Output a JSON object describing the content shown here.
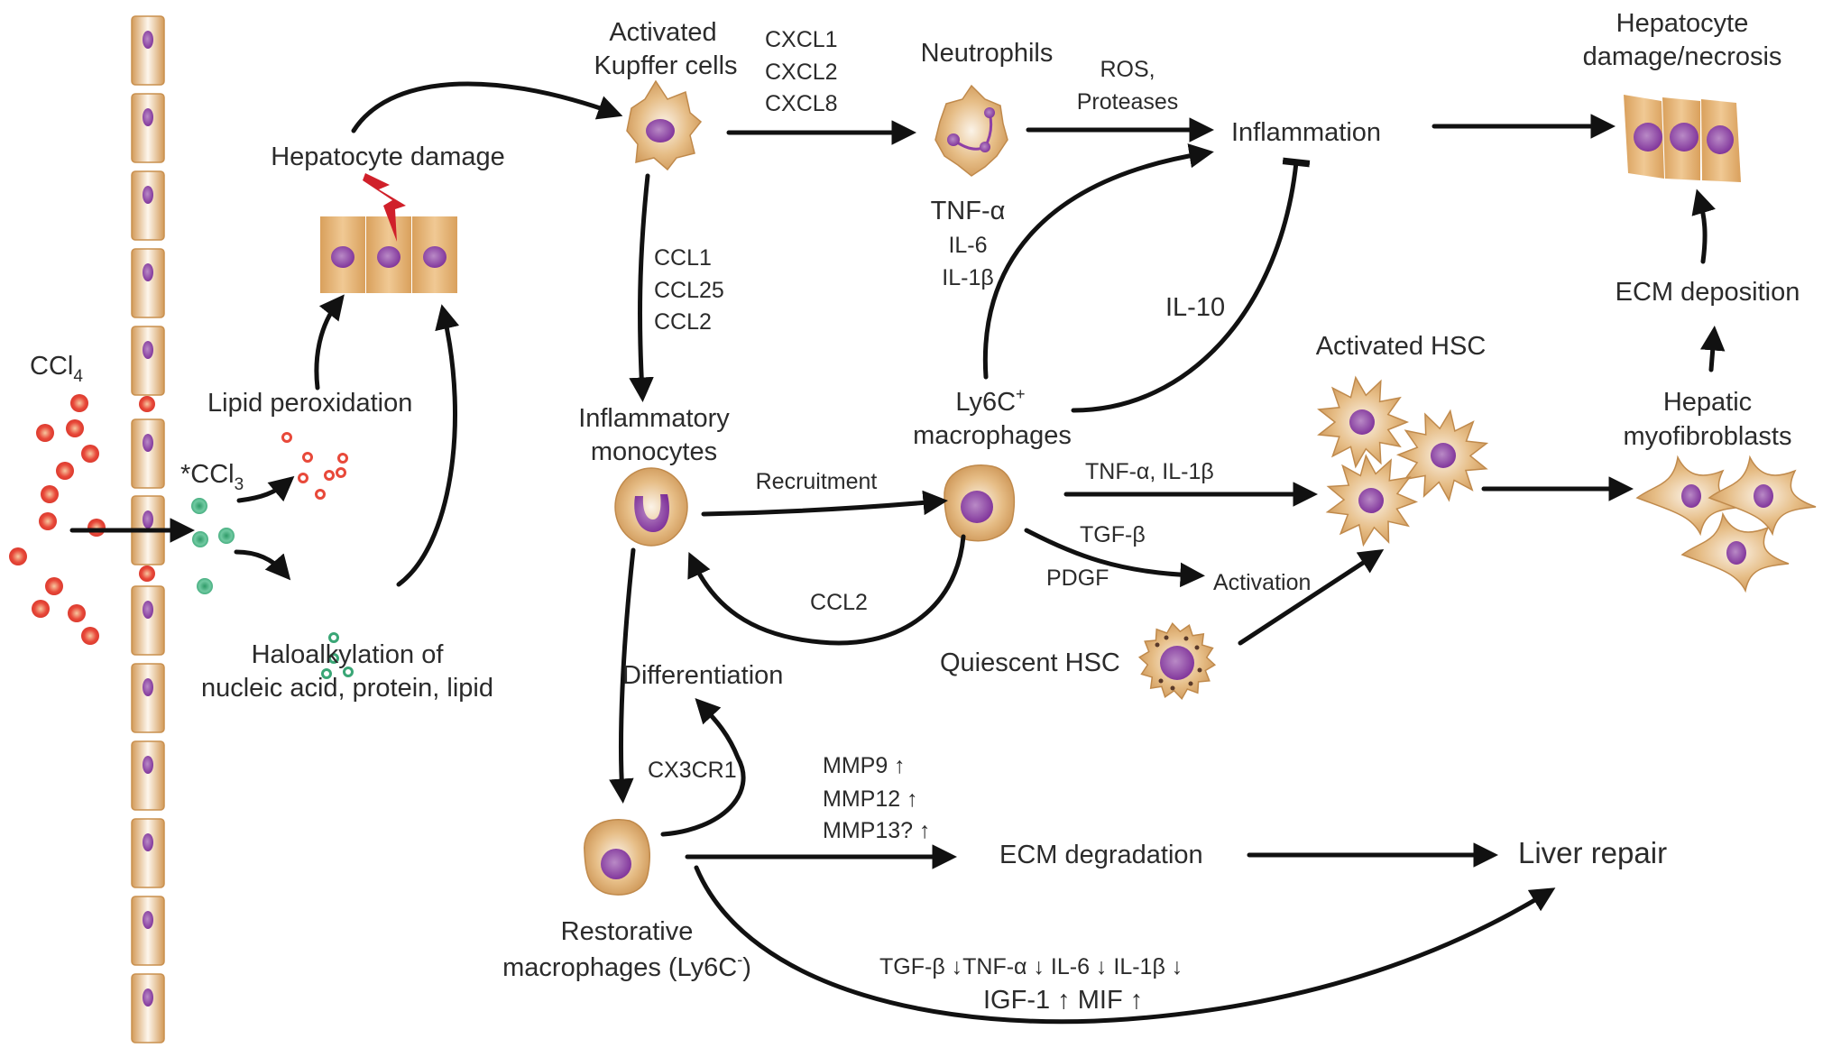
{
  "diagram": {
    "topic": "CCl4-induced liver injury, inflammation, fibrosis and repair",
    "colors": {
      "cell_body": "#d9a466",
      "nucleus": "#8e3fa6",
      "ccl4_particle": "#e8493a",
      "ccl3_radical": "#3aa676",
      "lightning": "#d0202a",
      "arrow": "#111111",
      "text": "#2b2b2b"
    },
    "nodes": {
      "ccl4": {
        "label": "CCl",
        "sub": "4"
      },
      "ccl3": {
        "prefix": "*CCl",
        "sub": "3"
      },
      "lipid_peroxidation": "Lipid peroxidation",
      "haloalkylation": [
        "Haloalkylation of",
        "nucleic acid, protein, lipid"
      ],
      "hepatocyte_damage": "Hepatocyte damage",
      "kupffer": [
        "Activated",
        "Kupffer cells"
      ],
      "neutrophils": "Neutrophils",
      "inflammation": "Inflammation",
      "necrosis": [
        "Hepatocyte",
        "damage/necrosis"
      ],
      "ecm_deposition": "ECM deposition",
      "activated_hsc": "Activated HSC",
      "myofibroblasts": [
        "Hepatic",
        "myofibroblasts"
      ],
      "ly6c_macrophages": {
        "line1": "Ly6C",
        "sup": "+",
        "line2": "macrophages"
      },
      "inflammatory_monocytes": [
        "Inflammatory",
        "monocytes"
      ],
      "quiescent_hsc": "Quiescent HSC",
      "differentiation": "Differentiation",
      "restorative": {
        "line1": "Restorative",
        "line2": "macrophages (Ly6C",
        "sup": "-",
        "close": ")"
      },
      "ecm_degradation": "ECM degradation",
      "liver_repair": "Liver repair"
    },
    "edge_labels": {
      "cxcl": [
        "CXCL1",
        "CXCL2",
        "CXCL8"
      ],
      "ros": [
        "ROS,",
        "Proteases"
      ],
      "neutrophil_cytokines": [
        "TNF-α",
        "IL-6",
        "IL-1β"
      ],
      "ccl": [
        "CCL1",
        "CCL25",
        "CCL2"
      ],
      "il10": "IL-10",
      "recruitment": "Recruitment",
      "tnf_il1b": "TNF-α, IL-1β",
      "tgfb": "TGF-β",
      "pdgf": "PDGF",
      "activation": "Activation",
      "ccl2": "CCL2",
      "cx3cr1": "CX3CR1",
      "mmps": [
        "MMP9 ↑",
        "MMP12 ↑",
        "MMP13? ↑"
      ],
      "restorative_cytokines_1": "TGF-β ↓TNF-α ↓  IL-6 ↓  IL-1β ↓",
      "restorative_cytokines_2": "IGF-1 ↑ MIF ↑"
    }
  }
}
